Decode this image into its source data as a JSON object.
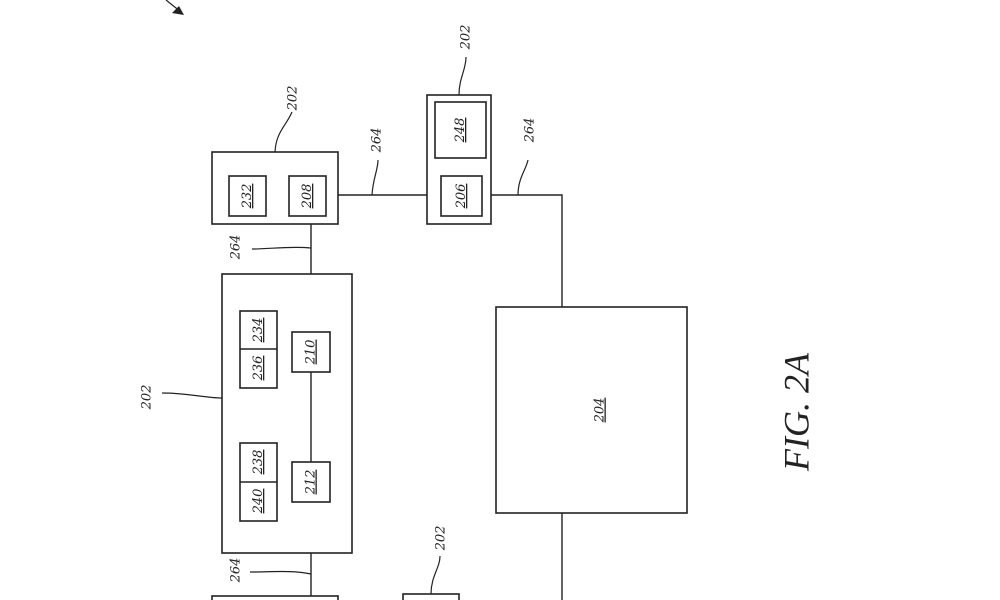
{
  "figure": {
    "caption": "FIG. 2A"
  },
  "modules": {
    "m204": "204",
    "m206": "206",
    "m208": "208",
    "m210": "210",
    "m212": "212",
    "m232": "232",
    "m234": "234",
    "m236": "236",
    "m238": "238",
    "m240": "240",
    "m248": "248"
  },
  "references": {
    "system": "202",
    "bus": "264"
  }
}
